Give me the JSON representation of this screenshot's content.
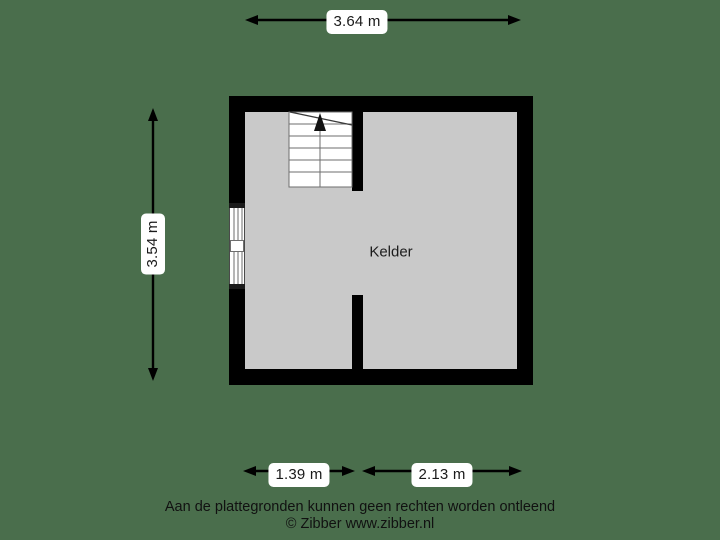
{
  "plan": {
    "title": "Kelder",
    "rooms": [
      {
        "name": "Kelder",
        "label": "Kelder"
      }
    ],
    "features": [
      {
        "type": "staircase",
        "name": "stairs",
        "direction": "up",
        "steps": 6
      },
      {
        "type": "window",
        "name": "window-left-wall"
      },
      {
        "type": "wall-stub",
        "name": "interior-wall-bottom"
      },
      {
        "type": "wall-stub",
        "name": "stair-partition-wall"
      }
    ],
    "dimensions": {
      "top": "3.64 m",
      "left": "3.54 m",
      "bottom_left": "1.39 m",
      "bottom_right": "2.13 m"
    },
    "colors": {
      "background": "#4a6e4c",
      "wall": "#000000",
      "floor": "#c9c9c9",
      "label_bg": "#ffffff",
      "text": "#1a1a1a"
    }
  },
  "footer": {
    "line1": "Aan de plattegronden kunnen geen rechten worden ontleend",
    "line2": "© Zibber www.zibber.nl"
  }
}
